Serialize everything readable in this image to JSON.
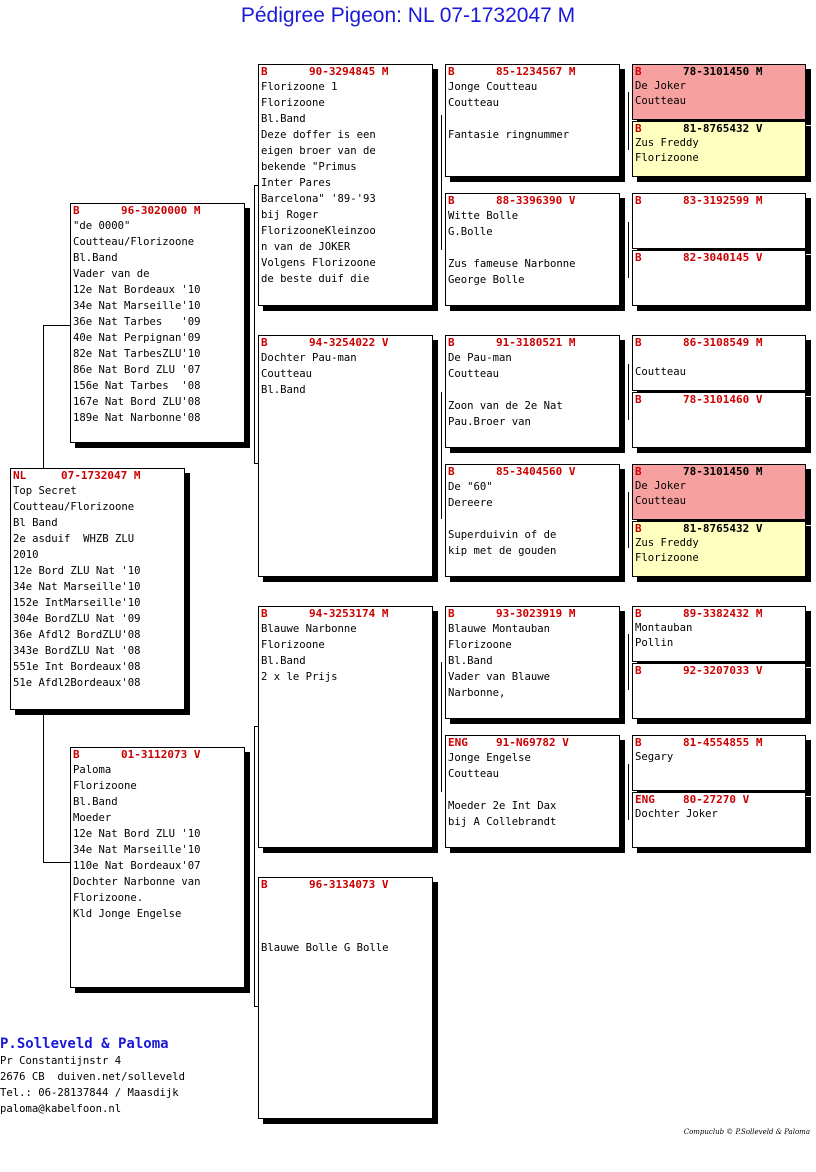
{
  "title": "Pédigree Pigeon: NL  07-1732047 M",
  "pigeons": {
    "subject": {
      "country": "NL",
      "ring": "07-1732047 M",
      "lines": [
        "Top Secret",
        "Coutteau/Florizoone",
        "Bl Band",
        "2e asduif  WHZB ZLU",
        "2010",
        "12e Bord ZLU Nat '10",
        "34e Nat Marseille'10",
        "152e IntMarseille'10",
        "304e BordZLU Nat '09",
        "36e Afdl2 BordZLU'08",
        "343e BordZLU Nat '08",
        "551e Int Bordeaux'08",
        "51e Afdl2Bordeaux'08"
      ]
    },
    "father": {
      "country": "B",
      "ring": "96-3020000 M",
      "lines": [
        "\"de 0000\"",
        "Coutteau/Florizoone",
        "Bl.Band",
        "Vader van de",
        "12e Nat Bordeaux '10",
        "34e Nat Marseille'10",
        "36e Nat Tarbes   '09",
        "40e Nat Perpignan'09",
        "82e Nat TarbesZLU'10",
        "86e Nat Bord ZLU '07",
        "156e Nat Tarbes  '08",
        "167e Nat Bord ZLU'08",
        "189e Nat Narbonne'08"
      ]
    },
    "mother": {
      "country": "B",
      "ring": "01-3112073 V",
      "lines": [
        "Paloma",
        "Florizoone",
        "Bl.Band",
        "Moeder",
        "12e Nat Bord ZLU '10",
        "34e Nat Marseille'10",
        "110e Nat Bordeaux'07",
        "Dochter Narbonne van",
        "Florizoone.",
        "Kld Jonge Engelse"
      ]
    },
    "ff": {
      "country": "B",
      "ring": "90-3294845 M",
      "lines": [
        "Florizoone 1",
        "Florizoone",
        "Bl.Band",
        "Deze doffer is een",
        "eigen broer van de",
        "bekende \"Primus",
        "Inter Pares",
        "Barcelona\" '89-'93",
        "bij Roger",
        "FlorizooneKleinzoo",
        "n van de JOKER",
        "Volgens Florizoone",
        "de beste duif die"
      ]
    },
    "fm": {
      "country": "B",
      "ring": "94-3254022 V",
      "lines": [
        "Dochter Pau-man",
        "Coutteau",
        "Bl.Band"
      ]
    },
    "mf": {
      "country": "B",
      "ring": "94-3253174 M",
      "lines": [
        "Blauwe Narbonne",
        "Florizoone",
        "Bl.Band",
        "2 x le Prijs"
      ]
    },
    "mm": {
      "country": "B",
      "ring": "96-3134073 V",
      "lines": [
        "",
        "",
        "",
        "Blauwe Bolle G Bolle"
      ]
    },
    "fff": {
      "country": "B",
      "ring": "85-1234567 M",
      "lines": [
        "Jonge Coutteau",
        "Coutteau",
        "",
        "Fantasie ringnummer"
      ]
    },
    "ffm": {
      "country": "B",
      "ring": "88-3396390 V",
      "lines": [
        "Witte Bolle",
        "G.Bolle",
        "",
        "Zus fameuse Narbonne",
        "George Bolle"
      ]
    },
    "fmf": {
      "country": "B",
      "ring": "91-3180521 M",
      "lines": [
        "De Pau-man",
        "Coutteau",
        "",
        "Zoon van de 2e Nat",
        "Pau.Broer van"
      ]
    },
    "fmm": {
      "country": "B",
      "ring": "85-3404560 V",
      "lines": [
        "De \"60\"",
        "Dereere",
        "",
        "Superduivin of de",
        "kip met de gouden"
      ]
    },
    "mff": {
      "country": "B",
      "ring": "93-3023919 M",
      "lines": [
        "Blauwe Montauban",
        "Florizoone",
        "Bl.Band",
        "Vader van Blauwe",
        "Narbonne,"
      ]
    },
    "mfm": {
      "country": "ENG",
      "ring": "91-N69782 V",
      "lines": [
        "Jonge Engelse",
        "Coutteau",
        "",
        "Moeder 2e Int Dax",
        "bij A Collebrandt"
      ]
    },
    "g1": {
      "country": "B",
      "ring": "78-3101450 M",
      "lines": [
        "De Joker",
        "Coutteau"
      ]
    },
    "g2": {
      "country": "B",
      "ring": "81-8765432 V",
      "lines": [
        "Zus Freddy",
        "Florizoone"
      ]
    },
    "g3": {
      "country": "B",
      "ring": "83-3192599 M",
      "lines": []
    },
    "g4": {
      "country": "B",
      "ring": "82-3040145 V",
      "lines": []
    },
    "g5": {
      "country": "B",
      "ring": "86-3108549 M",
      "lines": [
        "",
        "Coutteau"
      ]
    },
    "g6": {
      "country": "B",
      "ring": "78-3101460 V",
      "lines": []
    },
    "g7": {
      "country": "B",
      "ring": "78-3101450 M",
      "lines": [
        "De Joker",
        "Coutteau"
      ]
    },
    "g8": {
      "country": "B",
      "ring": "81-8765432 V",
      "lines": [
        "Zus Freddy",
        "Florizoone"
      ]
    },
    "g9": {
      "country": "B",
      "ring": "89-3382432 M",
      "lines": [
        "Montauban",
        "Pollin"
      ]
    },
    "g10": {
      "country": "B",
      "ring": "92-3207033 V",
      "lines": []
    },
    "g11": {
      "country": "B",
      "ring": "81-4554855 M",
      "lines": [
        "Segary"
      ]
    },
    "g12": {
      "country": "ENG",
      "ring": "80-27270 V",
      "lines": [
        "Dochter Joker"
      ]
    }
  },
  "owner": {
    "name": "P.Solleveld & Paloma",
    "lines": [
      "Pr Constantijnstr 4",
      "2676 CB  duiven.net/solleveld",
      "Tel.: 06-28137844 / Maasdijk",
      "paloma@kabelfoon.nl"
    ]
  },
  "footer": "Compuclub © P.Solleveld & Paloma"
}
